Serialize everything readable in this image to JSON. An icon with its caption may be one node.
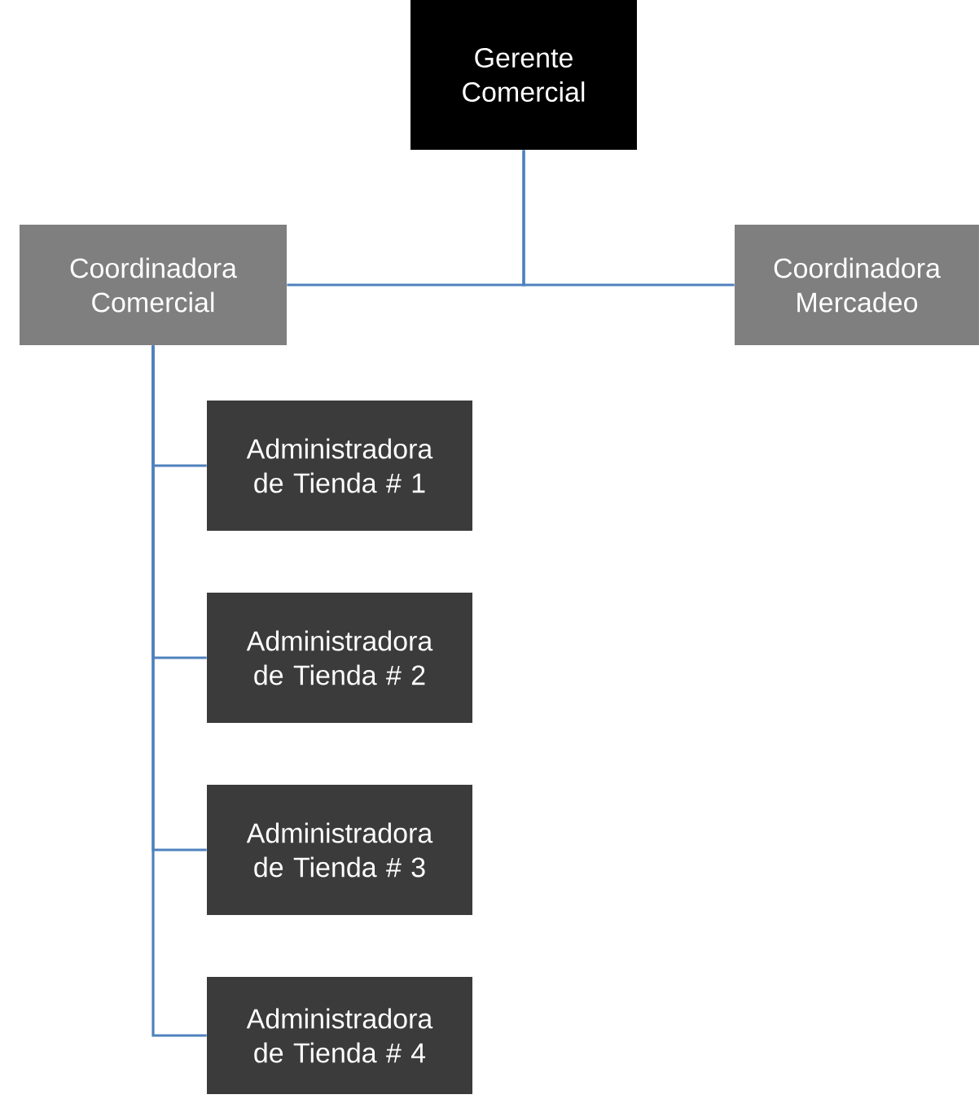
{
  "diagram": {
    "nodes": [
      {
        "text": [
          "Gerente Comercial"
        ]
      },
      {
        "text": [
          "Coordinadora Comercial"
        ]
      },
      {
        "text": [
          "Coordinadora Mercadeo"
        ]
      },
      {
        "text": [
          "Administradora de Tienda # 1"
        ]
      },
      {
        "text": [
          "Administradora de Tienda # 2"
        ]
      },
      {
        "text": [
          "Administradora de Tienda # 3"
        ]
      },
      {
        "text": [
          "Administradora de Tienda # 4"
        ]
      }
    ],
    "edges": [
      {
        "from": 0,
        "to": 1,
        "arrow": "none"
      },
      {
        "from": 0,
        "to": 2,
        "arrow": "none"
      },
      {
        "from": 1,
        "to": 3,
        "arrow": "none"
      },
      {
        "from": 1,
        "to": 4,
        "arrow": "none"
      },
      {
        "from": 1,
        "to": 5,
        "arrow": "none"
      },
      {
        "from": 1,
        "to": 6,
        "arrow": "none"
      }
    ]
  }
}
